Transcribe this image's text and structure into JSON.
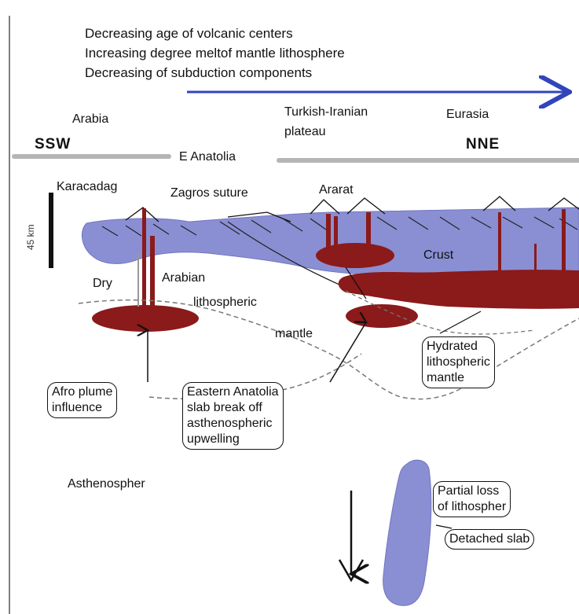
{
  "header": {
    "line1": "Decreasing age of volcanic centers",
    "line2": "Increasing degree meltof mantle lithosphere",
    "line3": "Decreasing of subduction components"
  },
  "regions": {
    "arabia": "Arabia",
    "turkish_iranian_1": "Turkish-Iranian",
    "turkish_iranian_2": "plateau",
    "eurasia": "Eurasia",
    "ssw": "SSW",
    "nne": "NNE",
    "e_anatolia": "E Anatolia"
  },
  "features": {
    "karacadag": "Karacadag",
    "zagros": "Zagros suture",
    "ararat": "Ararat",
    "scale": "45 km",
    "crust": "Crust",
    "dry": "Dry",
    "arabian": "Arabian",
    "lithospheric": "lithospheric",
    "mantle": "mantle",
    "asthenosphere": "Asthenospher"
  },
  "callouts": {
    "hydrated": [
      "Hydrated",
      "lithospheric",
      "mantle"
    ],
    "afro": [
      "Afro plume",
      "influence"
    ],
    "eastern": [
      "Eastern Anatolia",
      "slab break off",
      "asthenospheric",
      "upwelling"
    ],
    "partial": [
      "Partial loss",
      "of lithospher"
    ],
    "detached": "Detached slab"
  },
  "colors": {
    "crust": "#8a8fd4",
    "melt": "#8b1a1a",
    "arrow": "#3344bb",
    "surface": "#b5b5b5"
  }
}
